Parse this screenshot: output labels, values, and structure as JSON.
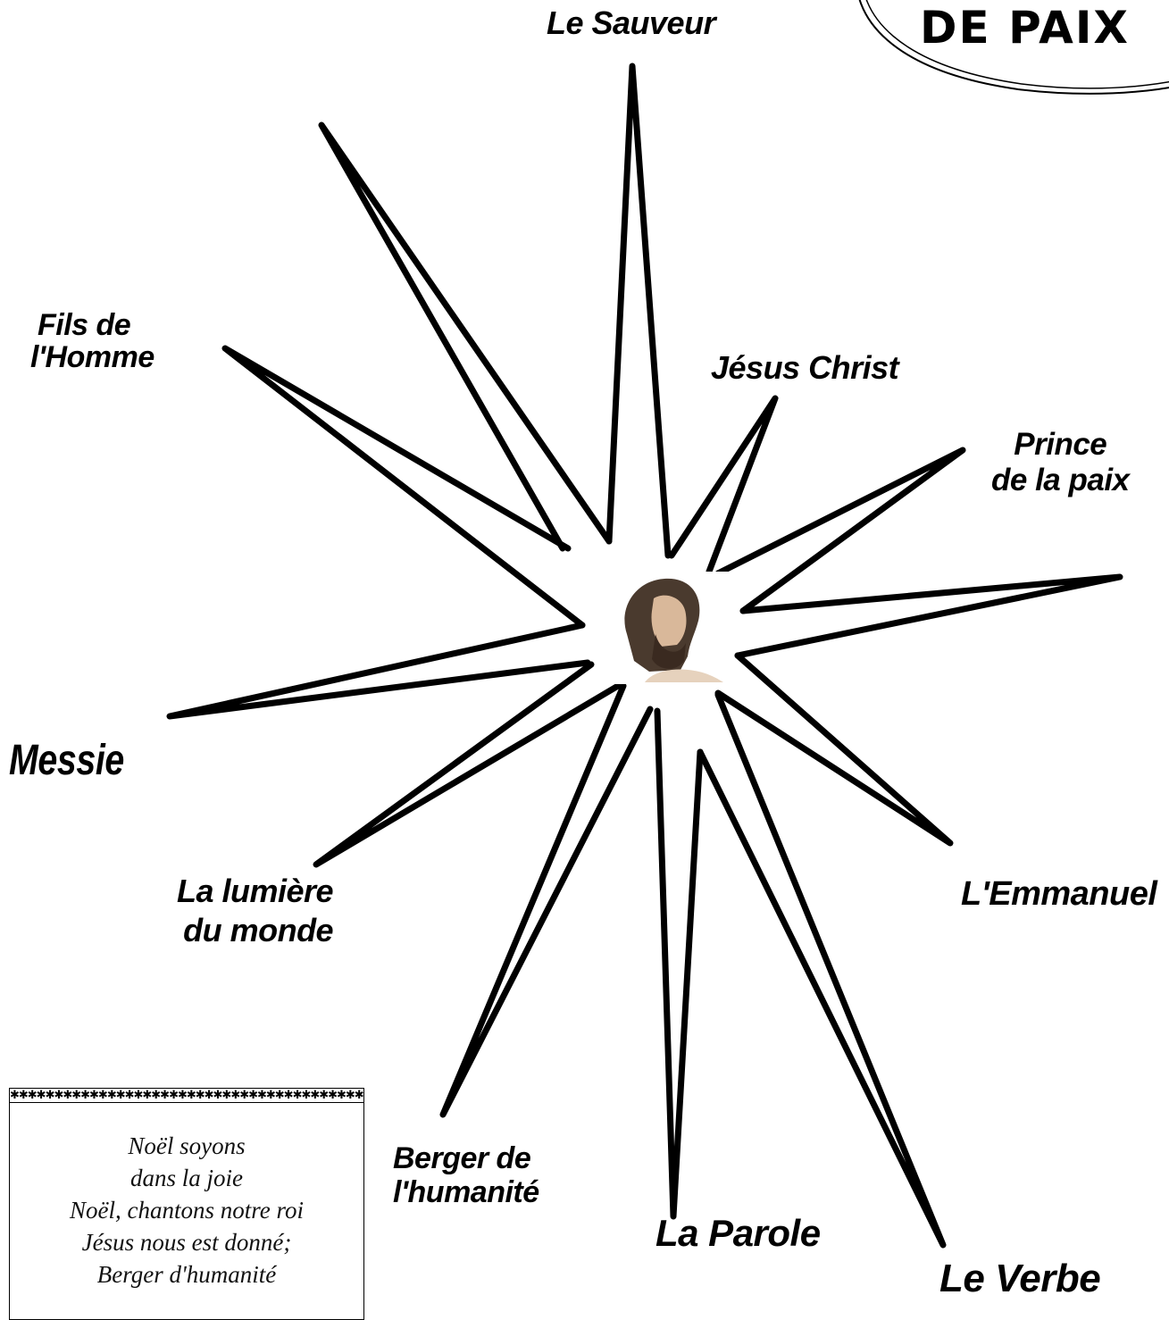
{
  "banner": {
    "text": "DE PAIX"
  },
  "labels": {
    "le_sauveur": [
      "Le Sauveur"
    ],
    "fils_de_lhomme": [
      "Fils de",
      "l'Homme"
    ],
    "jesus_christ": [
      "Jésus Christ"
    ],
    "prince_de_la_paix": [
      "Prince",
      "de la paix"
    ],
    "messie": [
      "Messie"
    ],
    "la_lumiere": [
      "La lumière",
      "du monde"
    ],
    "lemmanuel": [
      "L'Emmanuel"
    ],
    "berger": [
      "Berger de",
      "l'humanité"
    ],
    "la_parole": [
      "La Parole"
    ],
    "le_verbe": [
      "Le Verbe"
    ]
  },
  "poem": {
    "border_pattern": "✱✱✱✱✱✱✱✱✱✱✱✱✱✱✱✱✱✱✱✱✱✱✱✱✱✱✱✱✱✱✱✱✱✱✱✱✱✱✱✱✱✱✱✱✱✱✱✱✱",
    "lines": [
      "Noël  soyons",
      "dans la joie",
      "Noël, chantons notre roi",
      "Jésus nous est donné;",
      "Berger d'humanité"
    ]
  },
  "center_image": {
    "subject": "portrait-of-jesus"
  },
  "colors": {
    "ink": "#000000",
    "paper": "#ffffff"
  }
}
